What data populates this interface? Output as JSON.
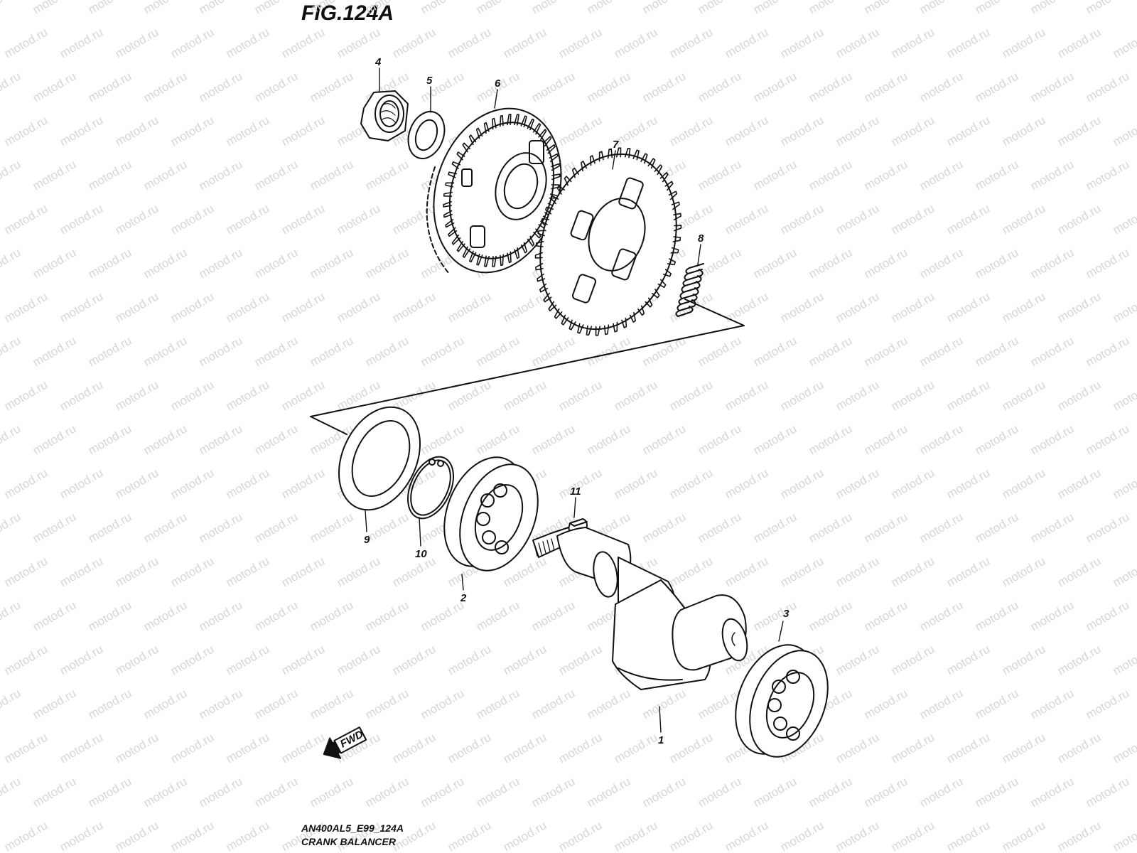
{
  "figure": {
    "title": "FIG.124A",
    "model_code": "AN400AL5_E99_124A",
    "section_name": "CRANK BALANCER"
  },
  "watermark": {
    "text": "motod.ru",
    "color": "#d6d6d6"
  },
  "direction_badge": {
    "label": "FWD",
    "icon": "forward-arrow-icon"
  },
  "callouts": [
    {
      "number": "1",
      "part": "balancer-shaft"
    },
    {
      "number": "2",
      "part": "bearing"
    },
    {
      "number": "3",
      "part": "bearing"
    },
    {
      "number": "4",
      "part": "nut"
    },
    {
      "number": "5",
      "part": "washer"
    },
    {
      "number": "6",
      "part": "balancer-driven-gear"
    },
    {
      "number": "7",
      "part": "scissor-gear"
    },
    {
      "number": "8",
      "part": "spring"
    },
    {
      "number": "9",
      "part": "thrust-washer"
    },
    {
      "number": "10",
      "part": "circlip"
    },
    {
      "number": "11",
      "part": "key"
    }
  ],
  "colors": {
    "line": "#111111",
    "background": "#ffffff"
  }
}
